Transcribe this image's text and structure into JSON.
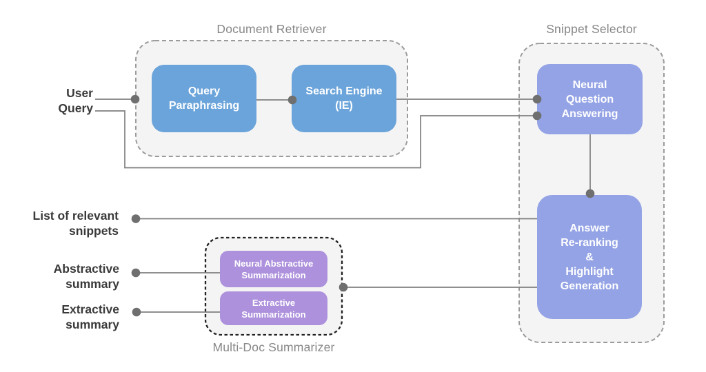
{
  "diagram": {
    "groups": {
      "document_retriever": {
        "title": "Document Retriever"
      },
      "snippet_selector": {
        "title": "Snippet Selector"
      },
      "multi_doc_summarizer": {
        "title": "Multi-Doc Summarizer"
      }
    },
    "boxes": {
      "query_paraphrasing": {
        "label": "Query\nParaphrasing"
      },
      "search_engine": {
        "label": "Search Engine\n(IE)"
      },
      "neural_question_answering": {
        "label": "Neural\nQuestion\nAnswering"
      },
      "answer_reranking": {
        "label": "Answer\nRe-ranking\n&\nHighlight\nGeneration"
      },
      "neural_abstractive_summarization": {
        "label": "Neural Abstractive\nSummarization"
      },
      "extractive_summarization": {
        "label": "Extractive\nSummarization"
      }
    },
    "io_labels": {
      "user_query": "User\nQuery",
      "list_of_relevant_snippets": "List of relevant\nsnippets",
      "abstractive_summary": "Abstractive\nsummary",
      "extractive_summary": "Extractive\nsummary"
    },
    "colors": {
      "retriever_box": "#6BA4DA",
      "selector_box": "#94A3E5",
      "summarizer_box": "#AD91DC",
      "group_fill": "#F4F4F4",
      "group_border": "#9B9B9B",
      "summarizer_group_border": "#222222",
      "wire": "#7F7F7F",
      "dot": "#6F6F6F"
    }
  }
}
